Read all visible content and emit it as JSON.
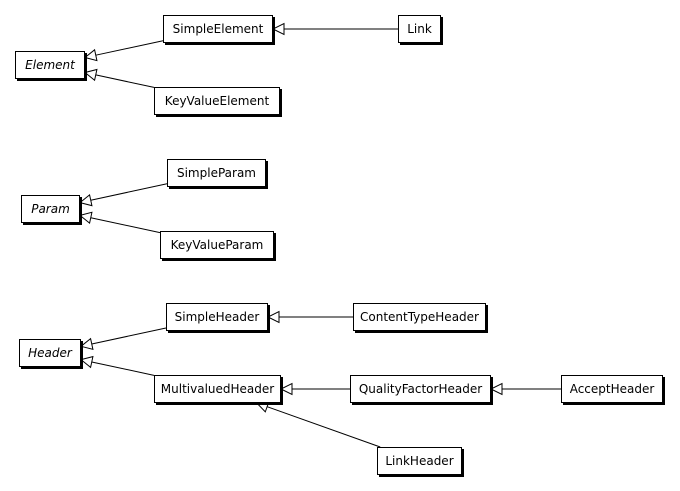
{
  "diagram": {
    "type": "uml-class-hierarchy",
    "nodes": [
      {
        "id": "element",
        "label": "Element",
        "abstract": true
      },
      {
        "id": "simpleelement",
        "label": "SimpleElement",
        "abstract": false
      },
      {
        "id": "link",
        "label": "Link",
        "abstract": false
      },
      {
        "id": "keyvalueelement",
        "label": "KeyValueElement",
        "abstract": false
      },
      {
        "id": "param",
        "label": "Param",
        "abstract": true
      },
      {
        "id": "simpleparam",
        "label": "SimpleParam",
        "abstract": false
      },
      {
        "id": "keyvalueparam",
        "label": "KeyValueParam",
        "abstract": false
      },
      {
        "id": "header",
        "label": "Header",
        "abstract": true
      },
      {
        "id": "simpleheader",
        "label": "SimpleHeader",
        "abstract": false
      },
      {
        "id": "contenttypeheader",
        "label": "ContentTypeHeader",
        "abstract": false
      },
      {
        "id": "multivaluedheader",
        "label": "MultivaluedHeader",
        "abstract": false
      },
      {
        "id": "qualityfactorheader",
        "label": "QualityFactorHeader",
        "abstract": false
      },
      {
        "id": "acceptheader",
        "label": "AcceptHeader",
        "abstract": false
      },
      {
        "id": "linkheader",
        "label": "LinkHeader",
        "abstract": false
      }
    ],
    "edges": [
      {
        "from": "simpleelement",
        "to": "element",
        "relation": "extends"
      },
      {
        "from": "keyvalueelement",
        "to": "element",
        "relation": "extends"
      },
      {
        "from": "link",
        "to": "simpleelement",
        "relation": "extends"
      },
      {
        "from": "simpleparam",
        "to": "param",
        "relation": "extends"
      },
      {
        "from": "keyvalueparam",
        "to": "param",
        "relation": "extends"
      },
      {
        "from": "simpleheader",
        "to": "header",
        "relation": "extends"
      },
      {
        "from": "multivaluedheader",
        "to": "header",
        "relation": "extends"
      },
      {
        "from": "contenttypeheader",
        "to": "simpleheader",
        "relation": "extends"
      },
      {
        "from": "qualityfactorheader",
        "to": "multivaluedheader",
        "relation": "extends"
      },
      {
        "from": "linkheader",
        "to": "multivaluedheader",
        "relation": "extends"
      },
      {
        "from": "acceptheader",
        "to": "qualityfactorheader",
        "relation": "extends"
      }
    ]
  }
}
